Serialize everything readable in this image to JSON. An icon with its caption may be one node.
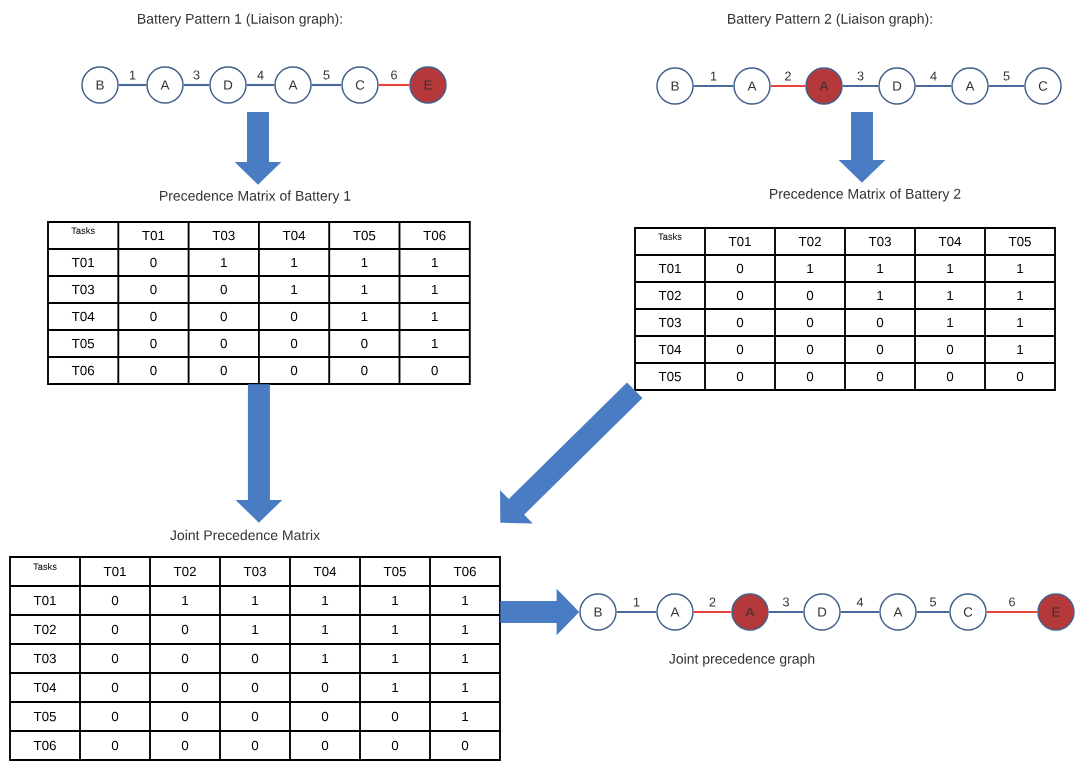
{
  "diagram": {
    "nodes": [
      {
        "text": [
          "B"
        ]
      },
      {
        "text": [
          "A"
        ]
      },
      {
        "text": [
          "D"
        ]
      },
      {
        "text": [
          "A"
        ]
      },
      {
        "text": [
          "C"
        ]
      },
      {
        "text": [
          "E"
        ]
      },
      {
        "text": [
          "B"
        ]
      },
      {
        "text": [
          "A"
        ]
      },
      {
        "text": [
          "A"
        ]
      },
      {
        "text": [
          "D"
        ]
      },
      {
        "text": [
          "A"
        ]
      },
      {
        "text": [
          "C"
        ]
      },
      {
        "text": [
          "Precedence Matrix of Battery 1",
          "Tasks",
          "T01",
          "T03",
          "T04",
          "T05",
          "T06",
          "T01",
          "0",
          "1",
          "1",
          "1",
          "1",
          "T03",
          "0",
          "0",
          "1",
          "1",
          "1",
          "T04",
          "0",
          "0",
          "0",
          "1",
          "1",
          "T05",
          "0",
          "0",
          "0",
          "0",
          "1",
          "T06",
          "0",
          "0",
          "0",
          "0",
          "0"
        ]
      },
      {
        "text": [
          "Precedence Matrix of Battery 2",
          "Tasks",
          "T01",
          "T02",
          "T03",
          "T04",
          "T05",
          "T01",
          "0",
          "1",
          "1",
          "1",
          "1",
          "T02",
          "0",
          "0",
          "1",
          "1",
          "1",
          "T03",
          "0",
          "0",
          "0",
          "1",
          "1",
          "T04",
          "0",
          "0",
          "0",
          "0",
          "1",
          "T05",
          "0",
          "0",
          "0",
          "0",
          "0"
        ]
      },
      {
        "text": [
          "Joint Precedence Matrix",
          "Tasks",
          "T01",
          "T02",
          "T03",
          "T04",
          "T05",
          "T06",
          "T01",
          "0",
          "1",
          "1",
          "1",
          "1",
          "1",
          "T02",
          "0",
          "0",
          "1",
          "1",
          "1",
          "1",
          "T03",
          "0",
          "0",
          "0",
          "1",
          "1",
          "1",
          "T04",
          "0",
          "0",
          "0",
          "0",
          "1",
          "1",
          "T05",
          "0",
          "0",
          "0",
          "0",
          "0",
          "1",
          "T06",
          "0",
          "0",
          "0",
          "0",
          "0",
          "0"
        ]
      },
      {
        "text": [
          "B"
        ]
      },
      {
        "text": [
          "A"
        ]
      },
      {
        "text": [
          "A"
        ]
      },
      {
        "text": [
          "D"
        ]
      },
      {
        "text": [
          "A"
        ]
      },
      {
        "text": [
          "C"
        ]
      },
      {
        "text": [
          "E"
        ]
      }
    ],
    "edges": [
      {
        "from": 0,
        "to": 1,
        "arrow": "none",
        "label": "1"
      },
      {
        "from": 1,
        "to": 2,
        "arrow": "none",
        "label": "3"
      },
      {
        "from": 2,
        "to": 3,
        "arrow": "none",
        "label": "4"
      },
      {
        "from": 3,
        "to": 4,
        "arrow": "none",
        "label": "5"
      },
      {
        "from": 4,
        "to": 5,
        "arrow": "none",
        "label": "6",
        "color": "#e8453c"
      },
      {
        "from": 6,
        "to": 7,
        "arrow": "none",
        "label": "1"
      },
      {
        "from": 7,
        "to": 8,
        "arrow": "none",
        "label": "2",
        "color": "#e8453c"
      },
      {
        "from": 8,
        "to": 9,
        "arrow": "none",
        "label": "3"
      },
      {
        "from": 9,
        "to": 10,
        "arrow": "none",
        "label": "4"
      },
      {
        "from": 10,
        "to": 11,
        "arrow": "none",
        "label": "5"
      },
      {
        "from": 15,
        "to": 16,
        "arrow": "none",
        "label": "1"
      },
      {
        "from": 16,
        "to": 17,
        "arrow": "none",
        "label": "2",
        "color": "#e8453c"
      },
      {
        "from": 17,
        "to": 18,
        "arrow": "none",
        "label": "3"
      },
      {
        "from": 18,
        "to": 19,
        "arrow": "none",
        "label": "4"
      },
      {
        "from": 19,
        "to": 20,
        "arrow": "none",
        "label": "5"
      },
      {
        "from": 20,
        "to": 21,
        "arrow": "none",
        "label": "6",
        "color": "#e8453c"
      },
      {
        "from": null,
        "to": 12,
        "arrow": "to",
        "style": "thick",
        "color": "#4a7cc3"
      },
      {
        "from": null,
        "to": 13,
        "arrow": "to",
        "style": "thick",
        "color": "#4a7cc3"
      },
      {
        "from": 12,
        "to": 14,
        "arrow": "to",
        "style": "thick",
        "color": "#4a7cc3"
      },
      {
        "from": 13,
        "to": 14,
        "arrow": "to",
        "style": "thick",
        "color": "#4a7cc3"
      },
      {
        "from": 14,
        "to": 15,
        "arrow": "to",
        "style": "thick",
        "color": "#4a7cc3"
      }
    ],
    "labels": [
      "Battery Pattern 1 (Liaison graph):",
      "Battery Pattern 2 (Liaison graph):",
      "Joint precedence graph"
    ]
  }
}
